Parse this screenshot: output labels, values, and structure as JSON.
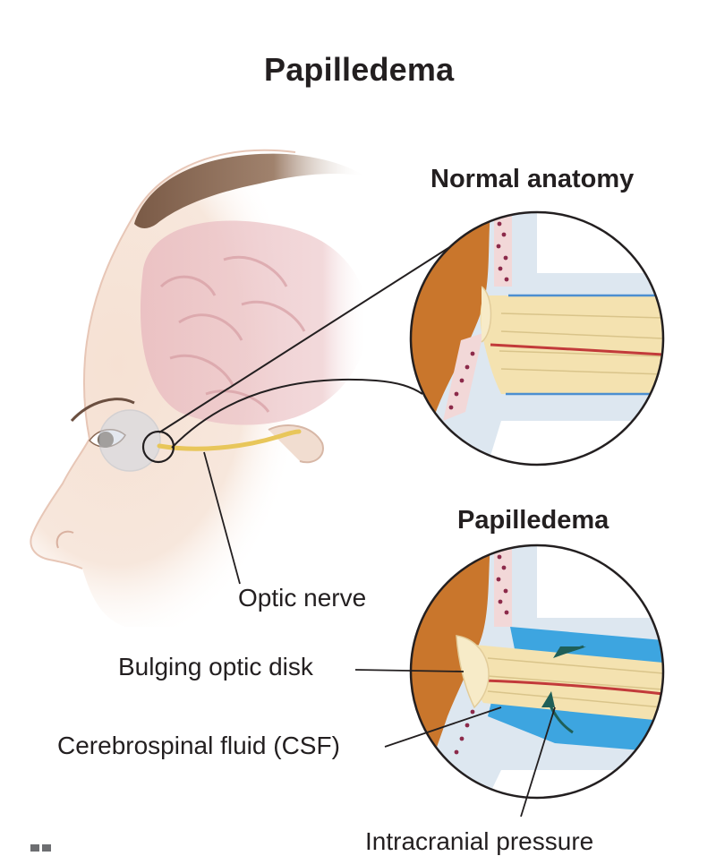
{
  "title": "Papilledema",
  "panels": {
    "normal": {
      "heading": "Normal anatomy"
    },
    "papilledema": {
      "heading": "Papilledema"
    }
  },
  "labels": {
    "optic_nerve": "Optic nerve",
    "bulging_optic_disk": "Bulging optic disk",
    "csf": "Cerebrospinal fluid (CSF)",
    "intracranial_pressure": "Intracranial pressure"
  },
  "colors": {
    "text": "#231f20",
    "skin": "#f3d9c8",
    "brain": "#ecc4c6",
    "hair": "#8a6a55",
    "nerve": "#f4e2a8",
    "choroid": "#c9762c",
    "sclera": "#dfe8f1",
    "csf": "#3da5e0",
    "vessel_red": "#c23a3a",
    "arrow": "#1f5f58"
  }
}
